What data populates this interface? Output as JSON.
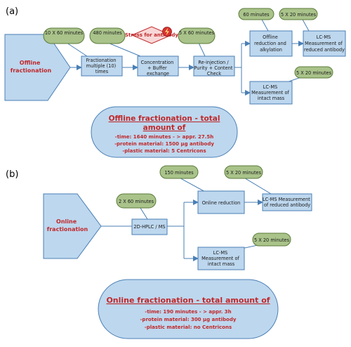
{
  "panels": {
    "a": {
      "label": "(a)",
      "title": "Offline fractionation",
      "steps": {
        "fractionation": "Fractionation multiple (10) times",
        "concentration": "Concentration + Buffer exchange",
        "reinjection": "Re-injection / Purity + Content Check",
        "offline_reduction": "Offline reduction and alkylation",
        "lcms_reduced": "LC-MS Measurement of reduced antibody",
        "lcms_intact": "LC-MS Measurement of intact mass"
      },
      "times": {
        "fractionation": "10 X 60 minutes",
        "concentration": "480 minutes",
        "reinjection": "5 X 60 minutes",
        "offline_reduction": "60 minutes",
        "lcms_reduced": "5 X 20 minutes",
        "lcms_intact": "5 X 20 minutes"
      },
      "stress_label": "Stress for antibody",
      "summary": {
        "title_line1": "Offline fractionation - total",
        "title_line2": "amount of",
        "lines": [
          "-time: 1640 minutes - > appr. 27.5h",
          "-protein material: 1500 µg antibody",
          "-plastic material: 5 Centricons"
        ]
      }
    },
    "b": {
      "label": "(b)",
      "title": "Online fractionation",
      "steps": {
        "hplc": "2D-HPLC / MS",
        "online_reduction": "Online reduction",
        "lcms_reduced": "LC-MS Measurement of reduced antibody",
        "lcms_intact": "LC-MS Measurement of intact mass"
      },
      "times": {
        "hplc": "2 X 60 minutes",
        "online_reduction": "150 minutes",
        "lcms_reduced": "5 X 20 minutes",
        "lcms_intact": "5 X 20 minutes"
      },
      "summary": {
        "title": "Online fractionation - total amount of",
        "lines": [
          "-time: 190 minutes - > appr. 3h",
          "-protein material: 300 µg antibody",
          "-plastic material: no Centricons"
        ]
      }
    }
  },
  "colors": {
    "box_fill": "#bdd7ee",
    "box_stroke": "#4a7fb5",
    "pill_fill": "#a9c38a",
    "pill_stroke": "#5b7b3a",
    "connector": "#4a7fb5",
    "accent_red": "#c0282a",
    "summary_fill": "#bdd7ee"
  }
}
